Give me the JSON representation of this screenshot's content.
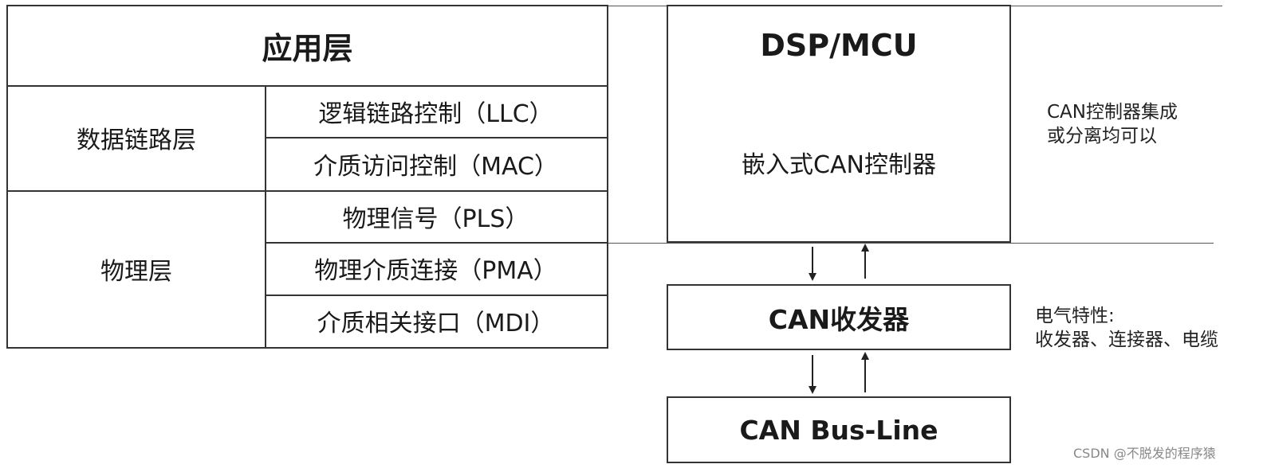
{
  "osi_table": {
    "application_layer": "应用层",
    "data_link_layer": "数据链路层",
    "llc": "逻辑链路控制（LLC）",
    "mac": "介质访问控制（MAC）",
    "physical_layer": "物理层",
    "pls": "物理信号（PLS）",
    "pma": "物理介质连接（PMA）",
    "mdi": "介质相关接口（MDI）"
  },
  "hardware_stack": {
    "dsp_mcu": "DSP/MCU",
    "embedded_controller": "嵌入式CAN控制器",
    "transceiver": "CAN收发器",
    "bus_line": "CAN Bus-Line"
  },
  "notes": {
    "controller_line1": "CAN控制器集成",
    "controller_line2": "或分离均可以",
    "electrical_line1": "电气特性:",
    "electrical_line2": "收发器、连接器、电缆"
  },
  "watermark": "CSDN @不脱发的程序猿"
}
